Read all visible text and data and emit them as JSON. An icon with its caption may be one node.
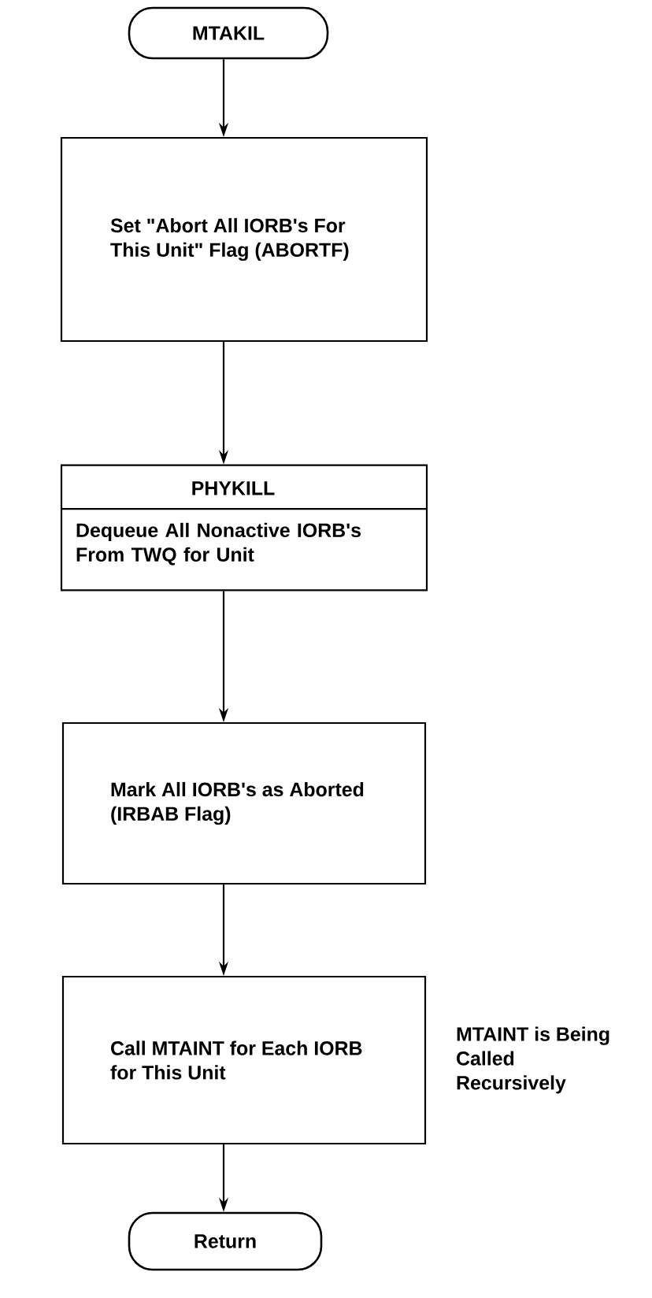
{
  "diagram": {
    "nodes": [
      {
        "text": [
          "MTAKIL"
        ]
      },
      {
        "text": [
          "Set \"Abort All IORB's For This Unit\" Flag (ABORTF)"
        ]
      },
      {
        "text": [
          "PHYKILL",
          "Dequeue All Nonactive IORB's From TWQ for Unit"
        ]
      },
      {
        "text": [
          "Mark All IORB's as Aborted (IRBAB Flag)"
        ]
      },
      {
        "text": [
          "Call MTAINT for Each IORB for This Unit"
        ],
        "beside": [
          "MTAINT is Being Called Recursively"
        ]
      },
      {
        "text": [
          "Return"
        ]
      }
    ],
    "edges": [
      {
        "from": 0,
        "to": 1,
        "arrow": "to"
      },
      {
        "from": 1,
        "to": 2,
        "arrow": "to"
      },
      {
        "from": 2,
        "to": 3,
        "arrow": "to"
      },
      {
        "from": 3,
        "to": 4,
        "arrow": "to"
      },
      {
        "from": 4,
        "to": 5,
        "arrow": "to"
      }
    ]
  }
}
